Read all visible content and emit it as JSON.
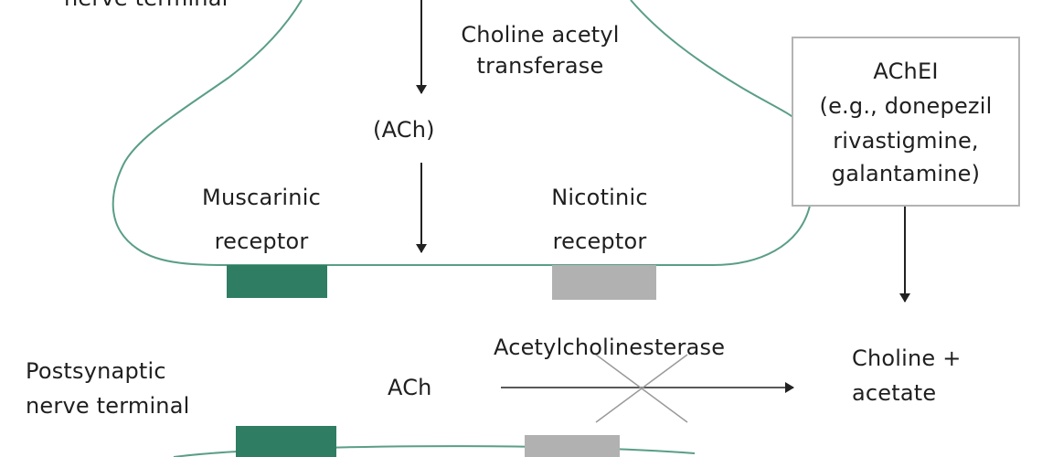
{
  "labels": {
    "presynaptic_terminal": "nerve terminal",
    "enzyme": [
      "Choline acetyl",
      "transferase"
    ],
    "ach_vesicle": "(ACh)",
    "muscarinic": [
      "Muscarinic",
      "receptor"
    ],
    "nicotinic": [
      "Nicotinic",
      "receptor"
    ],
    "inhibitor": [
      "AChEI",
      "(e.g., donepezil",
      "rivastigmine,",
      "galantamine)"
    ],
    "breakdown_enzyme": "Acetylcholinesterase",
    "postsynaptic": [
      "Postsynaptic",
      "nerve terminal"
    ],
    "ach_cleft": "ACh",
    "products": [
      "Choline +",
      "acetate"
    ]
  },
  "colors": {
    "membrane": "#5a9e86",
    "muscarinic_receptor": "#2f7d63",
    "nicotinic_receptor": "#b1b1b1",
    "arrow": "#222222",
    "cross": "#9a9a9a",
    "box_border": "#b3b3b3"
  }
}
